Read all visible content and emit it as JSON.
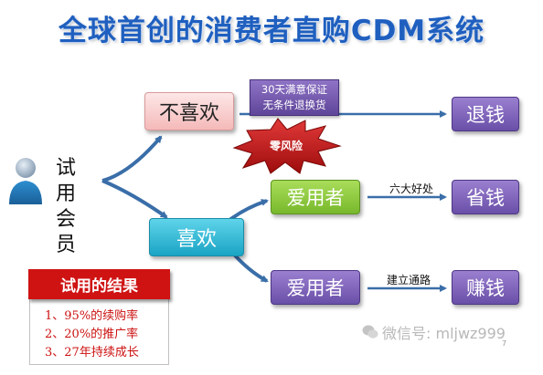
{
  "title": "全球首创的消费者直购CDM系统",
  "nodes": {
    "trial_member": [
      "试用",
      "会员"
    ],
    "dislike": "不喜欢",
    "like": "喜欢",
    "user_save": "爱用者",
    "user_earn": "爱用者",
    "refund": "退钱",
    "save_money": "省钱",
    "earn_money": "赚钱"
  },
  "guarantee": [
    "30天满意保证",
    "无条件退换货"
  ],
  "zero_risk": "零风险",
  "labels": {
    "benefits": "六大好处",
    "channel": "建立通路"
  },
  "results": {
    "title": "试用的结果",
    "items": [
      "1、95%的续购率",
      "2、20%的推广率",
      "3、27年持续成长"
    ]
  },
  "watermark": "微信号: mljwz999",
  "page_number": "7",
  "colors": {
    "title": "#1f5fbf",
    "arrow": "#3a6ea8",
    "dislike": "#f5b9b9",
    "like": "#1aa4c4",
    "user_green": "#78b82c",
    "purple": "#6a4fa8",
    "results_red": "#cf1313",
    "starburst": "#c81414"
  }
}
